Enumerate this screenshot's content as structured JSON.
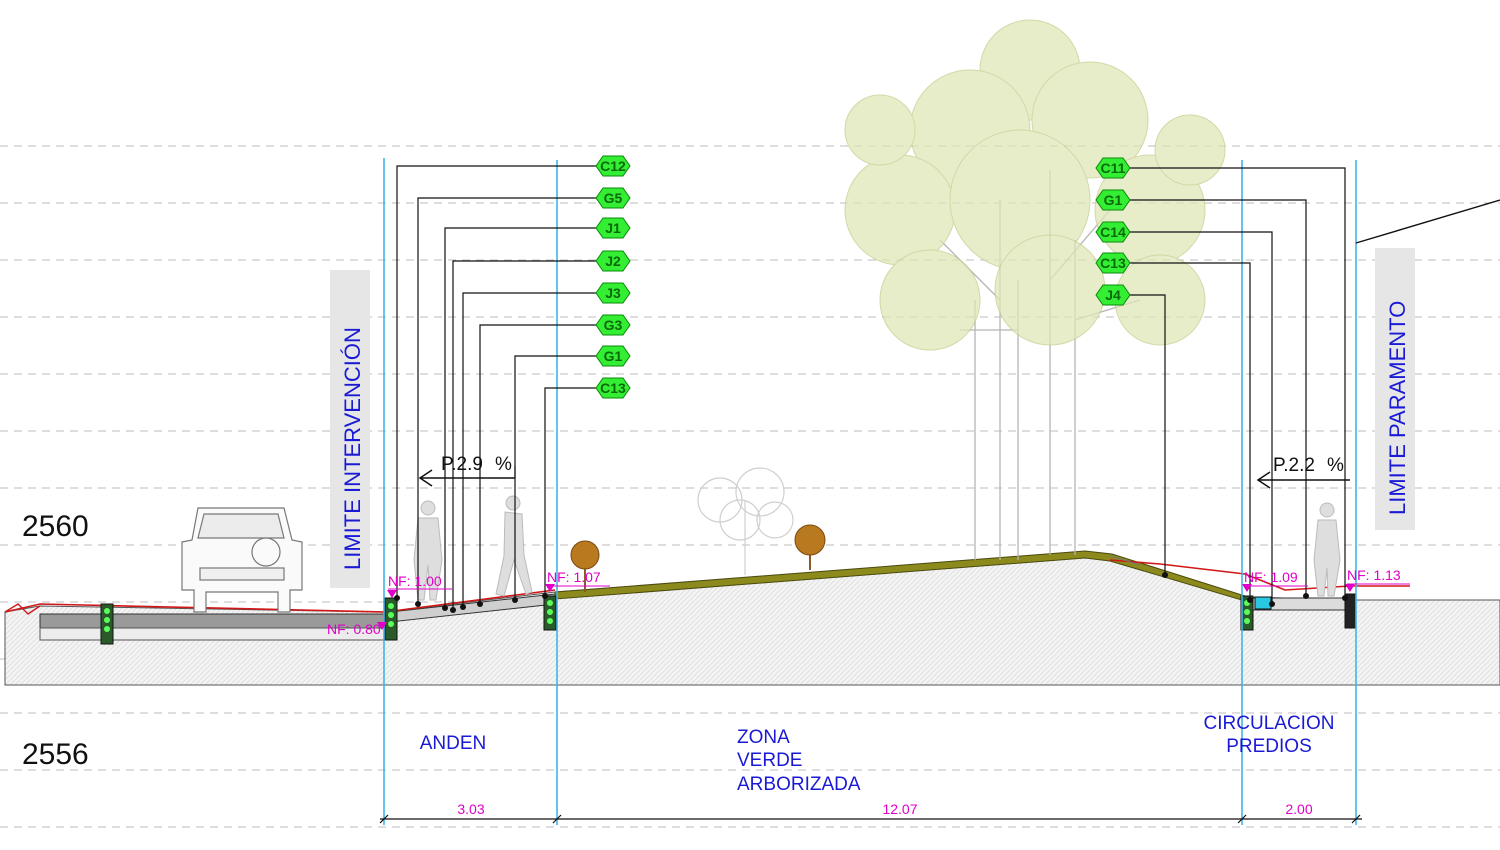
{
  "elevations": {
    "upper": "2560",
    "lower": "2556"
  },
  "limits": {
    "intervention": "LIMITE INTERVENCIÓN",
    "paramento": "LIMITE PARAMENTO"
  },
  "zones": {
    "anden": "ANDEN",
    "verde": [
      "ZONA",
      "VERDE",
      "ARBORIZADA"
    ],
    "circulacion": [
      "CIRCULACION",
      "PREDIOS"
    ]
  },
  "dimensions": {
    "anden": "3.03",
    "verde": "12.07",
    "circulacion": "2.00"
  },
  "levels": {
    "nf1": "NF: 1.00",
    "nf2": "NF: 0.80",
    "nf3": "NF: 1.07",
    "nf4": "NF: 1.09",
    "nf5": "NF: 1.13"
  },
  "slopes": {
    "left": {
      "label": "P.",
      "value": "2.9",
      "unit": "%"
    },
    "right": {
      "label": "P.",
      "value": "2.2",
      "unit": "%"
    }
  },
  "tags_left": [
    "C12",
    "G5",
    "J1",
    "J2",
    "J3",
    "G3",
    "G1",
    "C13"
  ],
  "tags_right": [
    "C11",
    "G1",
    "C14",
    "C13",
    "J4"
  ],
  "colors": {
    "limit_line": "#3fb4e8",
    "tag_fill": "#33ee33",
    "section_blue": "#1a1ad6",
    "level_magenta": "#e000c8",
    "grass": "#8c8a1c"
  }
}
